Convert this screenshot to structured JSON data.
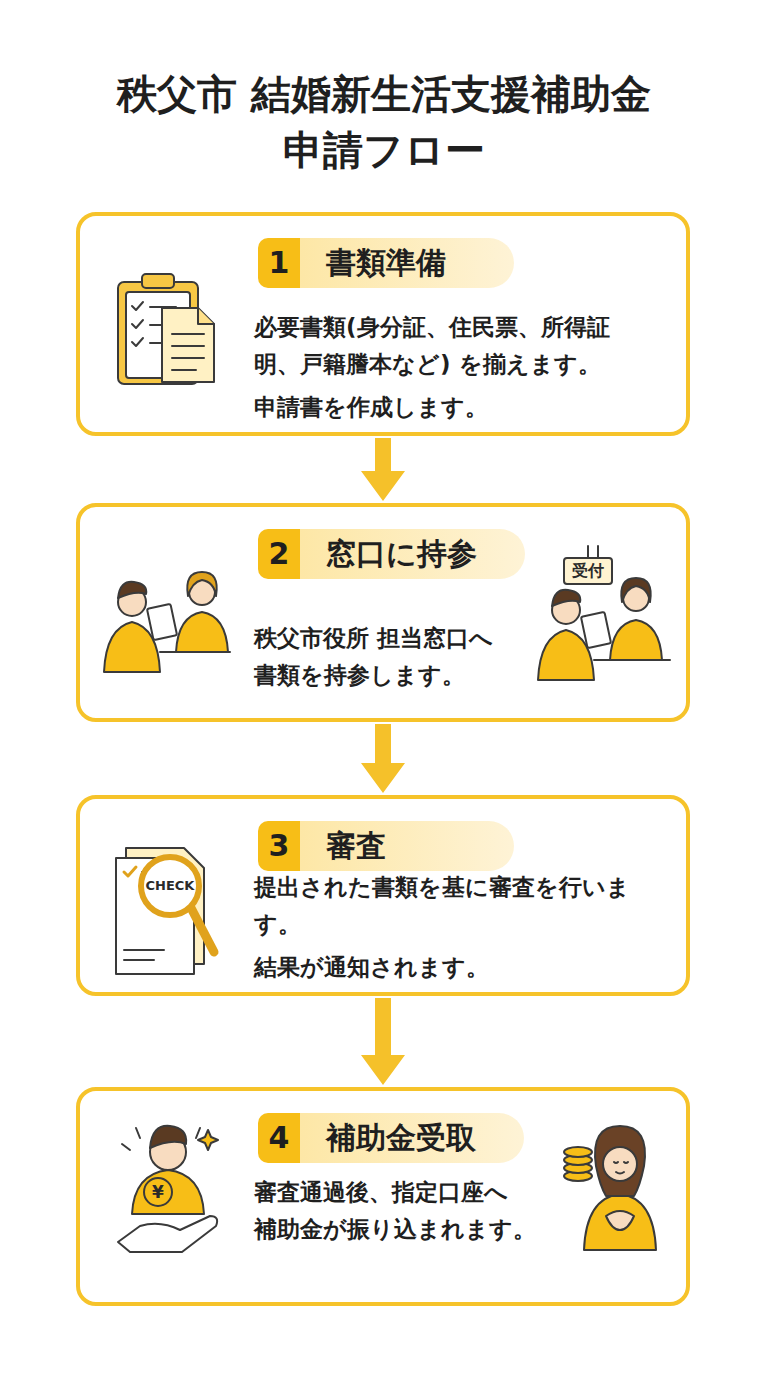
{
  "diagram": {
    "title": "秩父市 結婚新生活支援補助金 申請フロー",
    "nodes": [
      {
        "text": [
          "1",
          "書類準備",
          "必要書類(身分証、住民票、所得証明、戸籍謄本など) を揃えます。",
          "申請書を作成します。"
        ]
      },
      {
        "text": [
          "2",
          "窓口に持参",
          "秩父市役所 担当窓口へ 書類を持参します。"
        ]
      },
      {
        "text": [
          "3",
          "審査",
          "提出された書類を基に審査を行います。",
          "結果が通知されます。"
        ]
      },
      {
        "text": [
          "4",
          "補助金受取",
          "審査通過後、指定口座へ 補助金が振り込まれます。"
        ]
      }
    ],
    "edges": [
      {
        "from": 0,
        "to": 1,
        "arrow": "to"
      },
      {
        "from": 1,
        "to": 2,
        "arrow": "to"
      },
      {
        "from": 2,
        "to": 3,
        "arrow": "to"
      }
    ],
    "labels": [
      "受付",
      "CHECK",
      "¥"
    ]
  }
}
